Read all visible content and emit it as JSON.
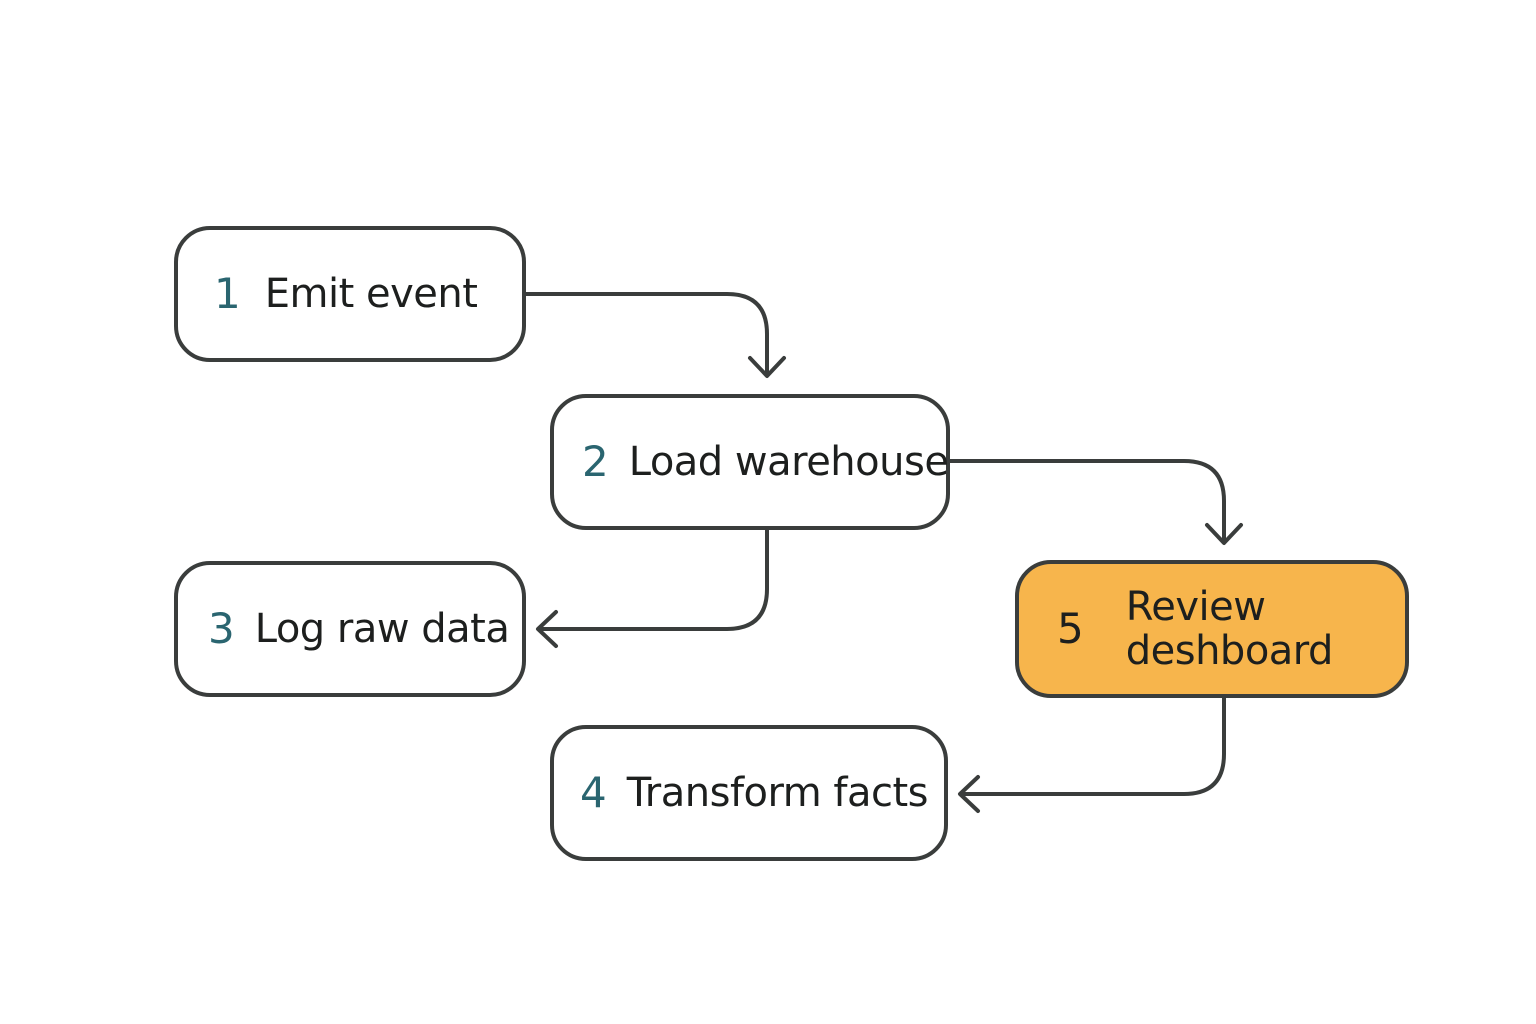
{
  "steps": [
    {
      "number": "1",
      "label": "Emit event"
    },
    {
      "number": "2",
      "label": "Load warehouse"
    },
    {
      "number": "3",
      "label": "Log raw data"
    },
    {
      "number": "4",
      "label": "Transform facts"
    },
    {
      "number": "5",
      "label_line1": "Review",
      "label_line2": "deshboard"
    }
  ],
  "colors": {
    "stroke": "#3a3d3c",
    "number": "#2a6570",
    "highlight": "#f7b54c"
  }
}
